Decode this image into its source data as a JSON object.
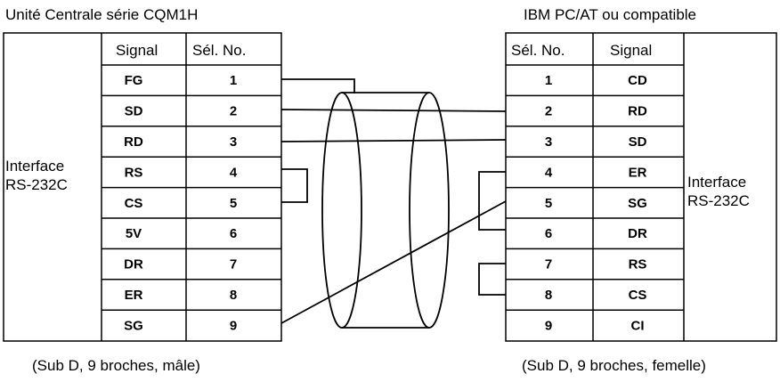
{
  "left": {
    "title": "Unité Centrale série CQM1H",
    "col_signal": "Signal",
    "col_pin": "Sél. No.",
    "iface_line1": "Interface",
    "iface_line2": "RS-232C",
    "footer": "(Sub D, 9 broches, mâle)",
    "rows": [
      {
        "signal": "FG",
        "pin": "1"
      },
      {
        "signal": "SD",
        "pin": "2"
      },
      {
        "signal": "RD",
        "pin": "3"
      },
      {
        "signal": "RS",
        "pin": "4"
      },
      {
        "signal": "CS",
        "pin": "5"
      },
      {
        "signal": "5V",
        "pin": "6"
      },
      {
        "signal": "DR",
        "pin": "7"
      },
      {
        "signal": "ER",
        "pin": "8"
      },
      {
        "signal": "SG",
        "pin": "9"
      }
    ]
  },
  "right": {
    "title": "IBM PC/AT ou compatible",
    "col_pin": "Sél. No.",
    "col_signal": "Signal",
    "iface_line1": "Interface",
    "iface_line2": "RS-232C",
    "footer": "(Sub D, 9 broches, femelle)",
    "rows": [
      {
        "pin": "1",
        "signal": "CD"
      },
      {
        "pin": "2",
        "signal": "RD"
      },
      {
        "pin": "3",
        "signal": "SD"
      },
      {
        "pin": "4",
        "signal": "ER"
      },
      {
        "pin": "5",
        "signal": "SG"
      },
      {
        "pin": "6",
        "signal": "DR"
      },
      {
        "pin": "7",
        "signal": "RS"
      },
      {
        "pin": "8",
        "signal": "CS"
      },
      {
        "pin": "9",
        "signal": "CI"
      }
    ]
  }
}
